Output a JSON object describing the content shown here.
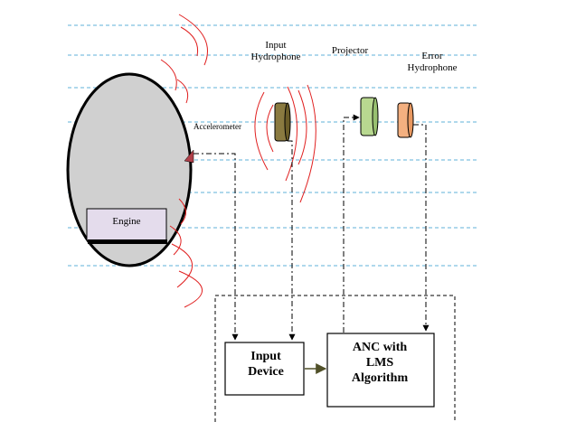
{
  "labels": {
    "accelerometer": "Accelerometer",
    "input_hydrophone": [
      "Input",
      "Hydrophone"
    ],
    "projector": "Projector",
    "error_hydrophone": [
      "Error",
      "Hydrophone"
    ],
    "engine": "Engine",
    "input_device": [
      "Input",
      "Device"
    ],
    "anc": [
      "ANC with",
      "LMS",
      "Algorithm"
    ]
  },
  "colors": {
    "hull_fill": "#d0d0d0",
    "engine_fill": "#e4dcec",
    "waterline": "#5fb0d8",
    "sound_wave": "#e02020",
    "accelerometer": "#b0404a",
    "input_hydrophone": "#8a7a40",
    "projector": "#b8d890",
    "error_hydrophone": "#f4b080",
    "arrow": "#505028"
  }
}
